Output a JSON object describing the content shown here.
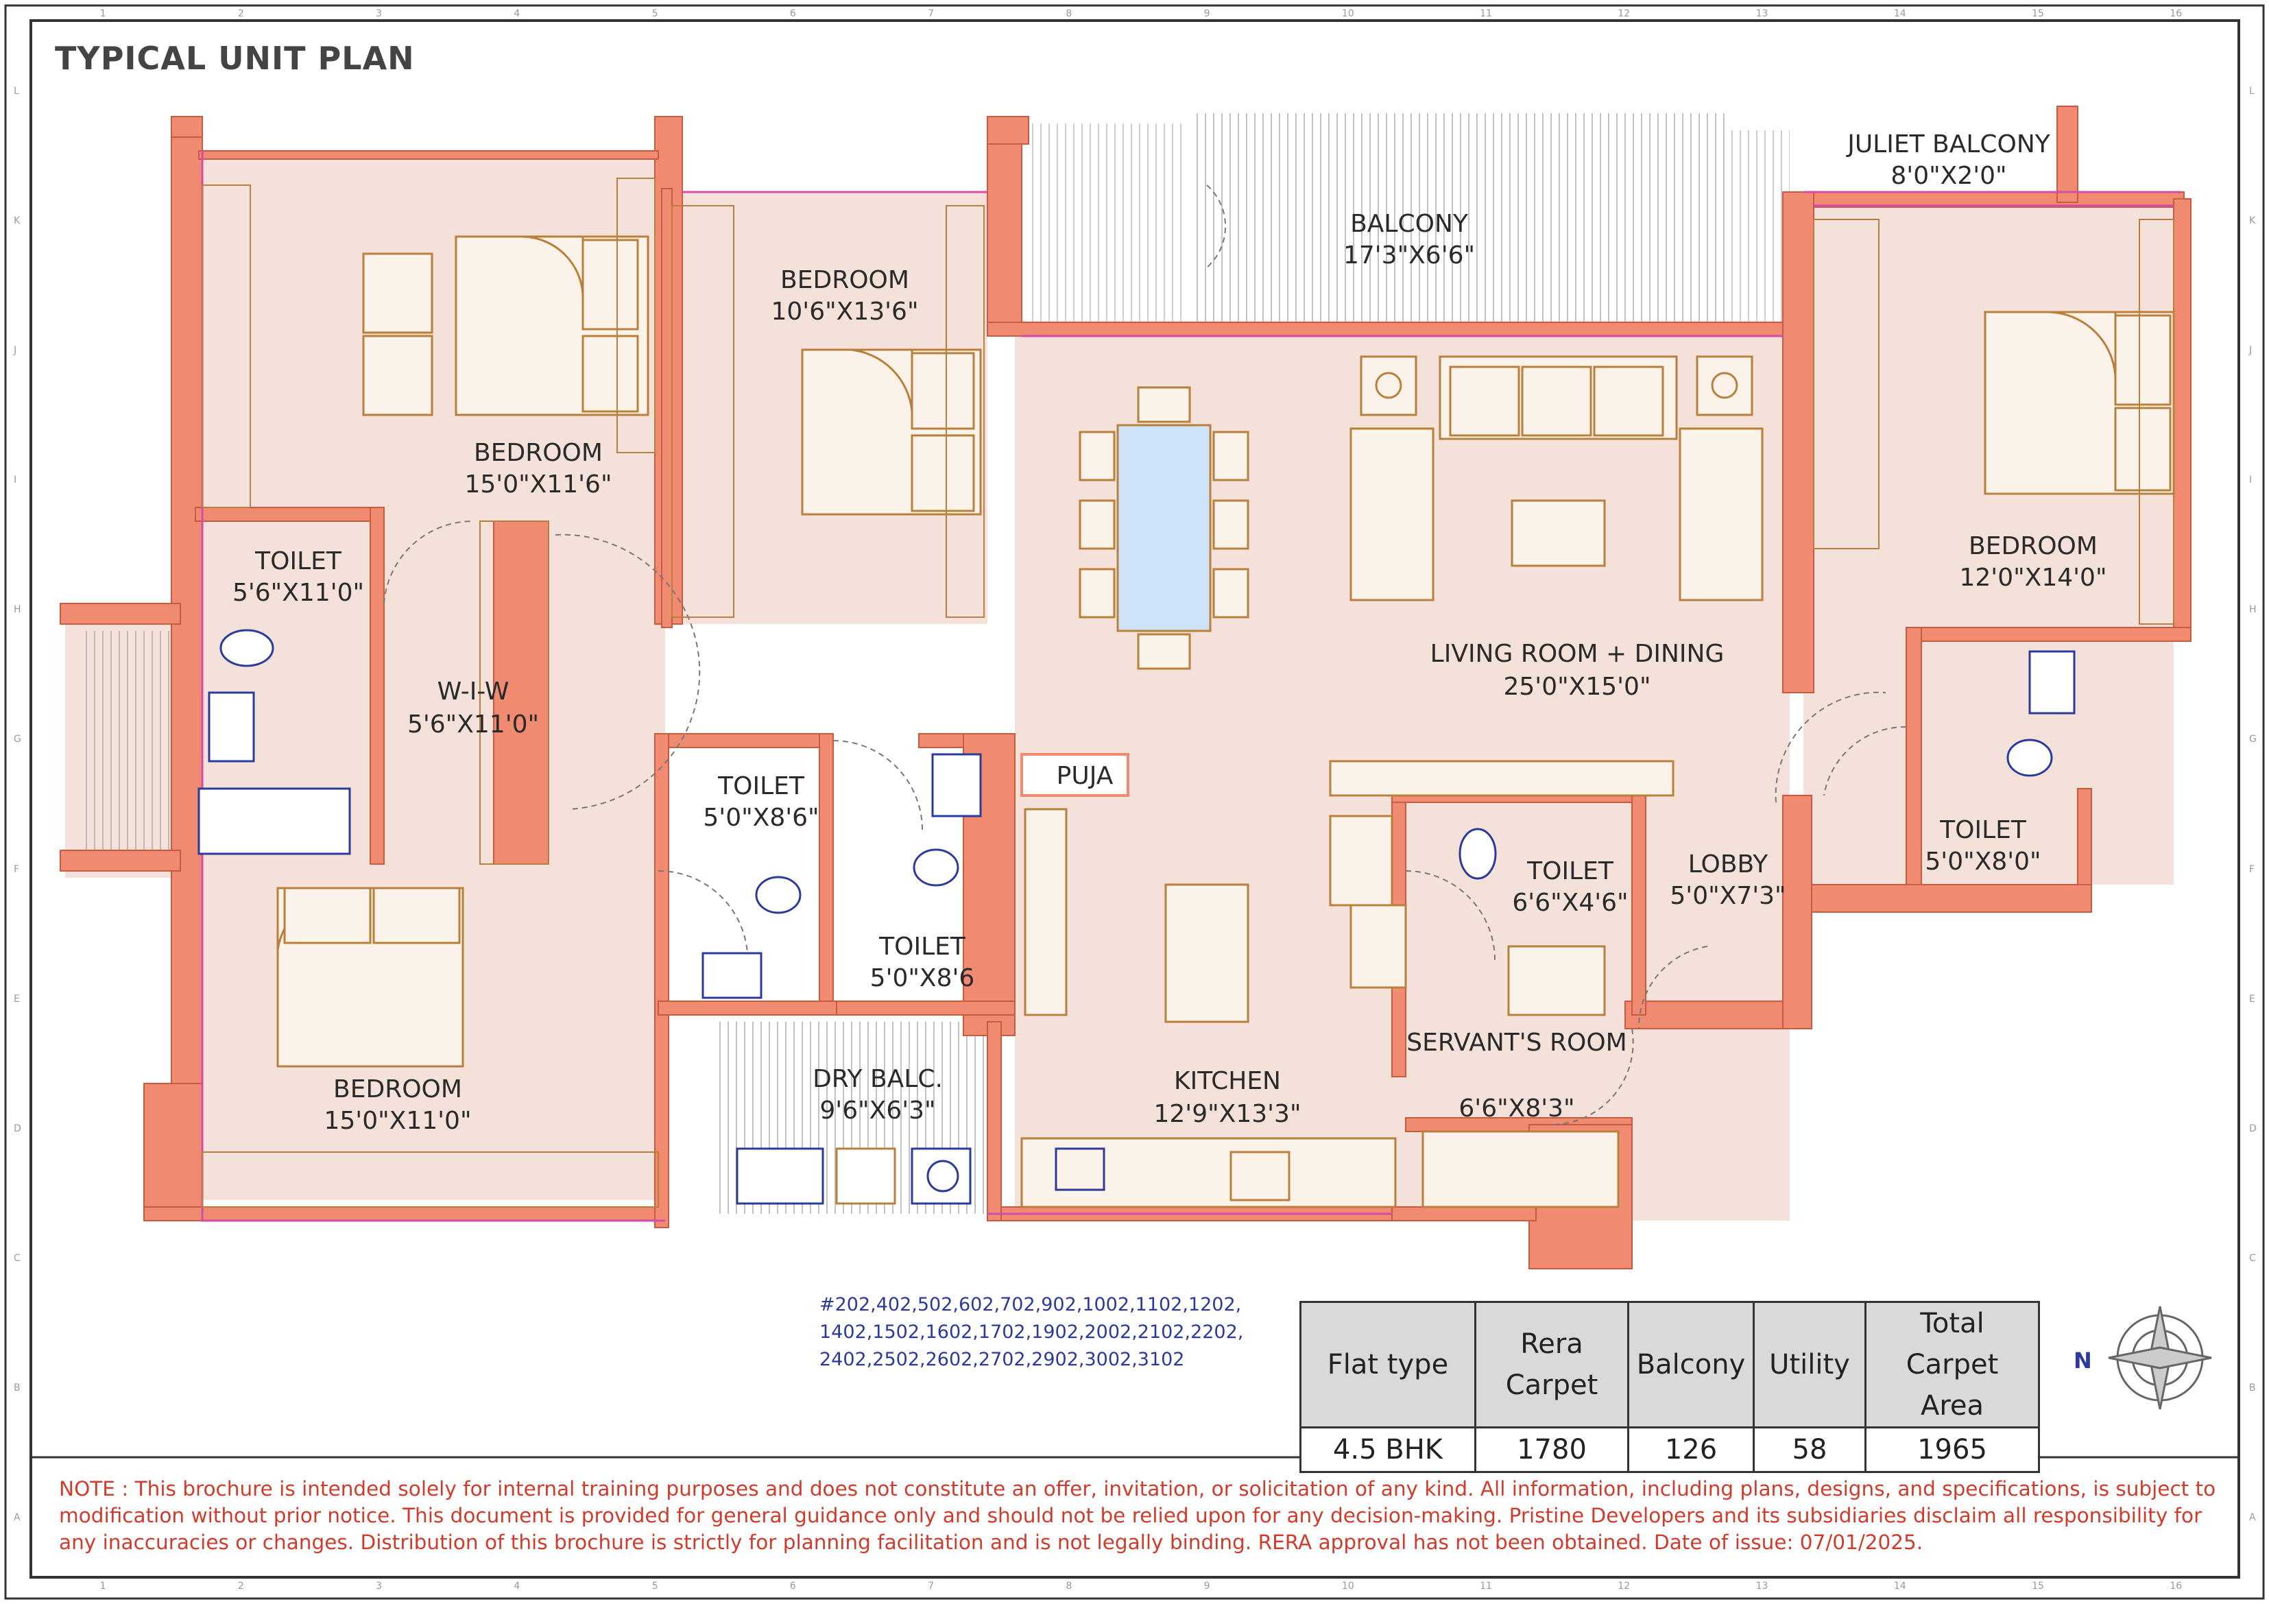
{
  "page_title": "TYPICAL UNIT PLAN",
  "rooms": [
    {
      "id": "bedroom-1",
      "name": "BEDROOM",
      "size": "15'0\"X11'6\""
    },
    {
      "id": "bedroom-2",
      "name": "BEDROOM",
      "size": "10'6\"X13'6\""
    },
    {
      "id": "bedroom-3",
      "name": "BEDROOM",
      "size": "12'0\"X14'0\""
    },
    {
      "id": "bedroom-4",
      "name": "BEDROOM",
      "size": "15'0\"X11'0\""
    },
    {
      "id": "balcony",
      "name": "BALCONY",
      "size": "17'3\"X6'6\""
    },
    {
      "id": "juliet-balcony",
      "name": "JULIET BALCONY",
      "size": "8'0\"X2'0\""
    },
    {
      "id": "toilet-1",
      "name": "TOILET",
      "size": "5'6\"X11'0\""
    },
    {
      "id": "walk-in-wardrobe",
      "name": "W-I-W",
      "size": "5'6\"X11'0\""
    },
    {
      "id": "toilet-2",
      "name": "TOILET",
      "size": "5'0\"X8'6\""
    },
    {
      "id": "toilet-3",
      "name": "TOILET",
      "size": "5'0\"X8'6"
    },
    {
      "id": "puja",
      "name": "PUJA",
      "size": ""
    },
    {
      "id": "living-dining",
      "name": "LIVING ROOM + DINING",
      "size": "25'0\"X15'0\""
    },
    {
      "id": "toilet-4",
      "name": "TOILET",
      "size": "6'6\"X4'6\""
    },
    {
      "id": "lobby",
      "name": "LOBBY",
      "size": "5'0\"X7'3\""
    },
    {
      "id": "toilet-5",
      "name": "TOILET",
      "size": "5'0\"X8'0\""
    },
    {
      "id": "dry-balcony",
      "name": "DRY BALC.",
      "size": "9'6\"X6'3\""
    },
    {
      "id": "kitchen",
      "name": "KITCHEN",
      "size": "12'9\"X13'3\""
    },
    {
      "id": "servants-room",
      "name": "SERVANT'S ROOM",
      "size": "6'6\"X8'3\""
    }
  ],
  "flat_numbers": "#202,402,502,602,702,902,1002,1102,1202, 1402,1502,1602,1702,1902,2002,2102,2202, 2402,2502,2602,2702,2902,3002,3102",
  "area_table": {
    "headers": [
      "Flat type",
      "Rera Carpet",
      "Balcony",
      "Utility",
      "Total Carpet Area"
    ],
    "values": [
      "4.5 BHK",
      "1780",
      "126",
      "58",
      "1965"
    ]
  },
  "compass_label": "N",
  "note": "NOTE : This brochure is intended solely for internal training purposes and does not constitute an offer, invitation, or solicitation of any kind. All information, including plans, designs, and specifications, is subject to modification without prior notice. This document is provided for general guidance only and should not be relied upon for any decision-making. Pristine Developers and its subsidiaries disclaim all responsibility for any inaccuracies or changes. Distribution of this brochure is strictly for planning facilitation and is not legally binding. RERA approval has not been obtained. Date of issue: 07/01/2025.",
  "grid_columns": [
    "1",
    "2",
    "3",
    "4",
    "5",
    "6",
    "7",
    "8",
    "9",
    "10",
    "11",
    "12",
    "13",
    "14",
    "15",
    "16"
  ],
  "grid_rows": [
    "L",
    "K",
    "J",
    "I",
    "H",
    "G",
    "F",
    "E",
    "D",
    "C",
    "B",
    "A"
  ],
  "colors": {
    "wall": "#f08a70",
    "floor": "#f3e1da",
    "furniture": "#b8803a",
    "sanitary": "#2b3a9c",
    "glass": "#cfe3f7",
    "line": "#d44ca8"
  }
}
